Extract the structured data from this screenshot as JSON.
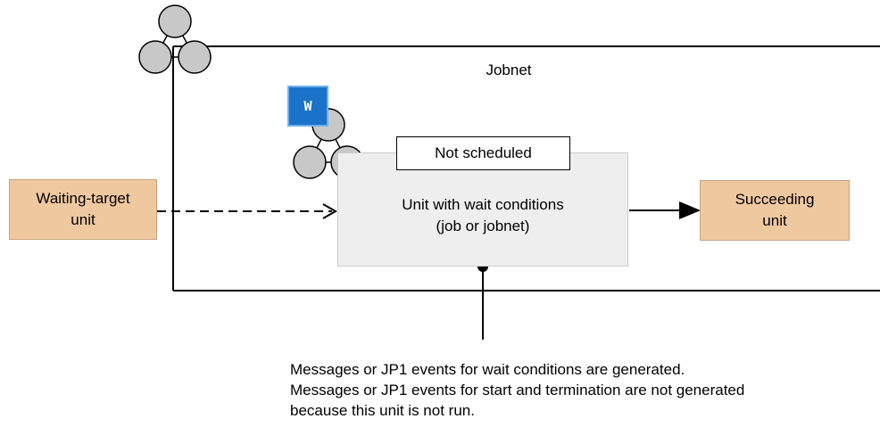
{
  "jobnet": {
    "label": "Jobnet"
  },
  "waiting_target": {
    "line1": "Waiting-target",
    "line2": "unit"
  },
  "unit": {
    "status": "Not scheduled",
    "line1": "Unit with wait conditions",
    "line2": "(job or jobnet)",
    "wait_badge": "W"
  },
  "succeeding": {
    "line1": "Succeeding",
    "line2": "unit"
  },
  "note": {
    "line1": "Messages or JP1 events for wait conditions are generated.",
    "line2": "Messages or JP1 events for start and termination are not generated",
    "line3": "because this unit is not run."
  },
  "colors": {
    "orange_box": "#f0c8a0",
    "gray_box": "#eeeeee",
    "wait_badge": "#1a73c8",
    "node_circle": "#c8c8c8"
  },
  "icons": {
    "jobnet_icon": "three-circle-jobnet-icon",
    "unit_icon": "three-circle-jobnet-icon",
    "wait_icon": "wait-condition-icon"
  }
}
